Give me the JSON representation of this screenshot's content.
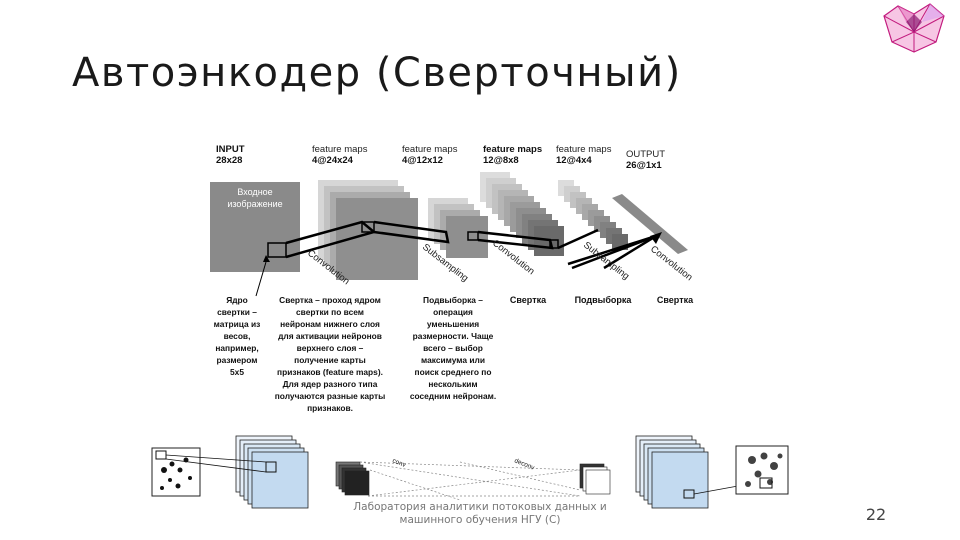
{
  "slide": {
    "title": "Автоэнкодер (Сверточный)",
    "footer_line1": "Лаборатория аналитики потоковых данных и",
    "footer_line2": "машинного обучения НГУ (С)",
    "page_number": "22"
  },
  "diagram": {
    "headers": [
      {
        "line1": "INPUT",
        "line2": "28x28"
      },
      {
        "line1": "feature maps",
        "line2": "4@24x24"
      },
      {
        "line1": "feature maps",
        "line2": "4@12x12"
      },
      {
        "line1": "feature maps",
        "line2": "12@8x8"
      },
      {
        "line1": "feature maps",
        "line2": "12@4x4"
      },
      {
        "line1": "OUTPUT",
        "line2": "26@1x1"
      }
    ],
    "input_label_line1": "Входное",
    "input_label_line2": "изображение",
    "op_labels": [
      "Convolution",
      "Subsampling",
      "Convolution",
      "Subsampling",
      "Convolution"
    ],
    "kernel_text": [
      "Ядро",
      "свертки –",
      "матрица из",
      "весов,",
      "например,",
      "размером",
      "5x5"
    ],
    "conv_text": [
      "Свертка – проход ядром",
      "свертки по всем",
      "нейронам нижнего слоя",
      "для активации нейронов",
      "верхнего слоя –",
      "получение карты",
      "признаков (feature maps).",
      "Для ядер разного типа",
      "получаются разные карты",
      "признаков."
    ],
    "pool_text": [
      "Подвыборка –",
      "операция",
      "уменьшения",
      "размерности. Чаще",
      "всего – выбор",
      "максимума или",
      "поиск среднего по",
      "нескольким",
      "соседним нейронам."
    ],
    "bottom_labels": [
      "Свертка",
      "Подвыборка",
      "Свертка"
    ],
    "bottom_row_labels": [
      "conv",
      "deconv"
    ]
  }
}
